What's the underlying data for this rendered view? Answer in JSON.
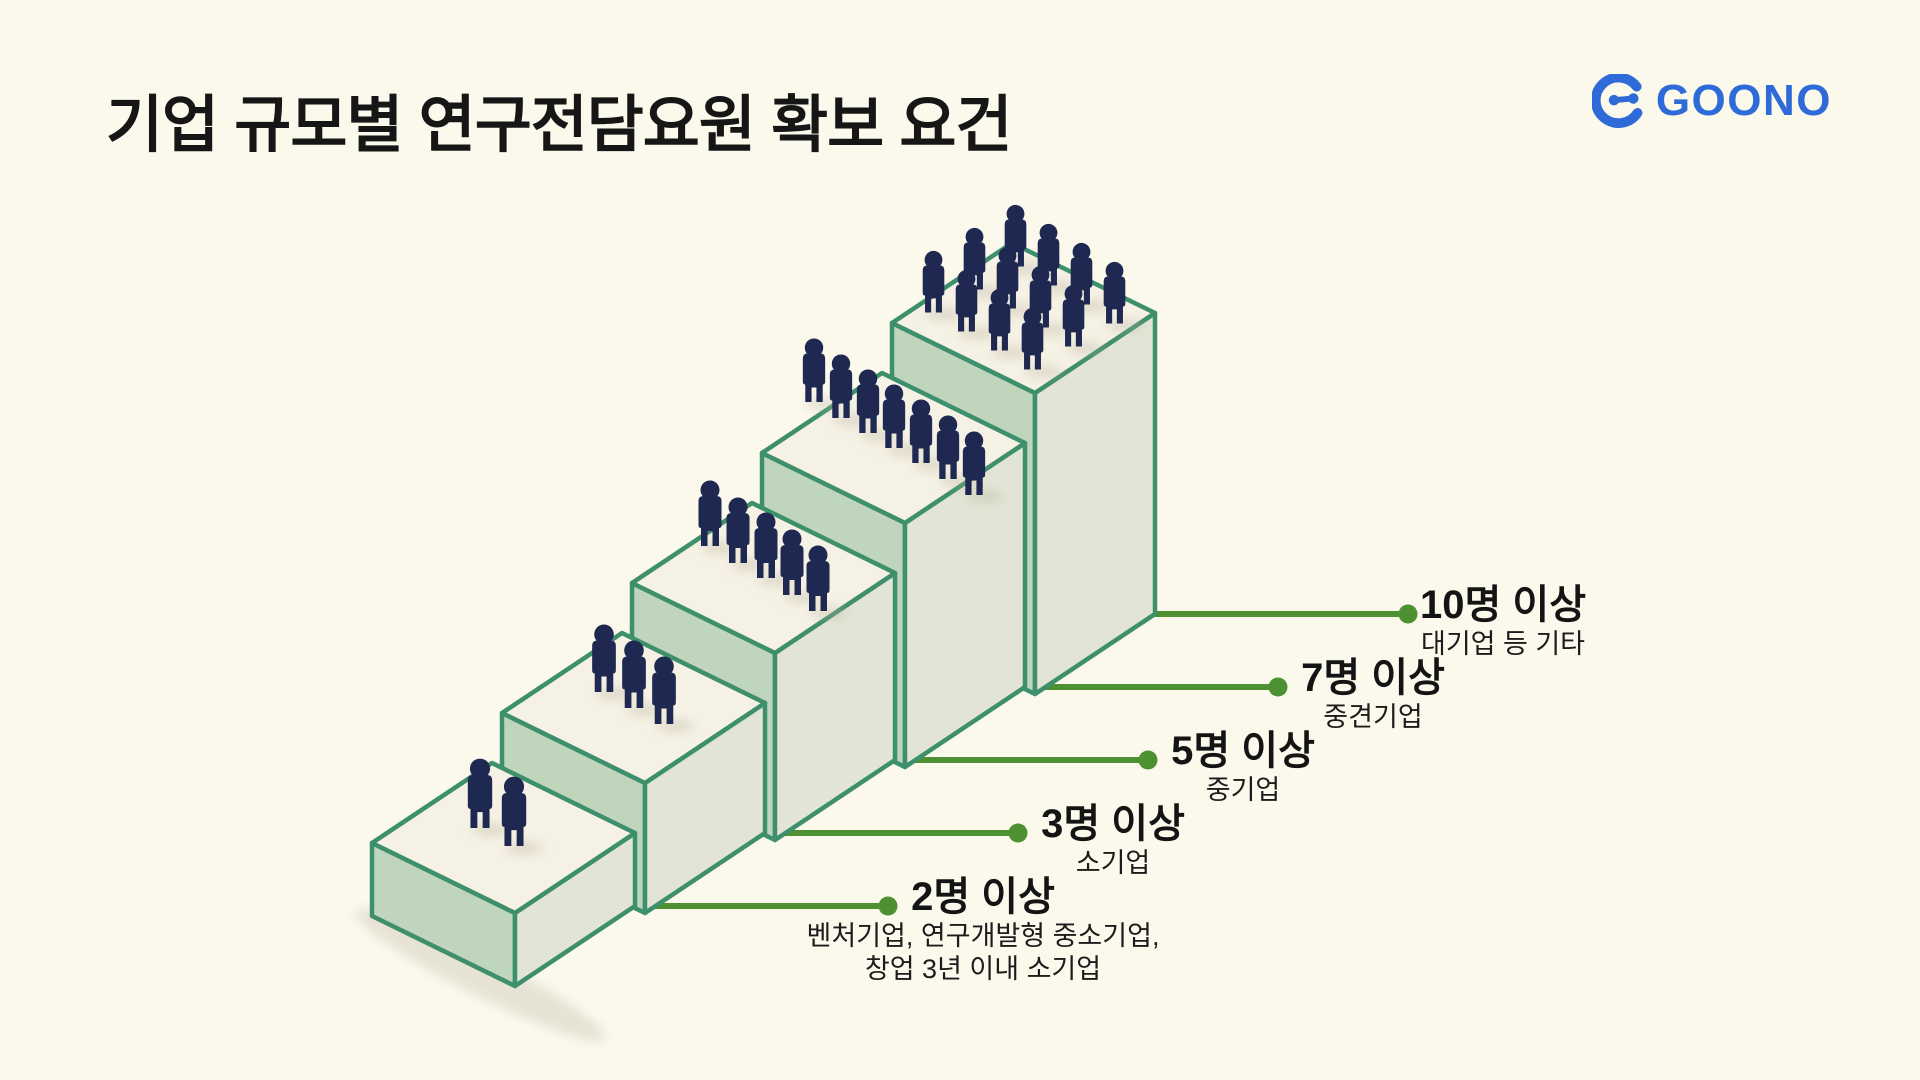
{
  "title": "기업 규모별 연구전담요원 확보 요건",
  "logo": {
    "text": "GOONO"
  },
  "colors": {
    "background": "#fbf8ec",
    "step_top": "#f5f1e4",
    "step_left": "#bfd5bc",
    "step_right": "#e2e5d5",
    "step_outline": "#3e8f6b",
    "leader_line": "#4e9132",
    "person": "#1f2850",
    "shadow": "#b9b3a0",
    "logo_blue": "#2e6bd8",
    "title_text": "#161616"
  },
  "steps": [
    {
      "count_label": "2명 이상",
      "sub_labels": [
        "벤처기업, 연구개발형 중소기업,",
        "창업 3년 이내 소기업"
      ],
      "people_icons": 2
    },
    {
      "count_label": "3명 이상",
      "sub_labels": [
        "소기업"
      ],
      "people_icons": 3
    },
    {
      "count_label": "5명 이상",
      "sub_labels": [
        "중기업"
      ],
      "people_icons": 5
    },
    {
      "count_label": "7명 이상",
      "sub_labels": [
        "중견기업"
      ],
      "people_icons": 7
    },
    {
      "count_label": "10명 이상",
      "sub_labels": [
        "대기업 등 기타"
      ],
      "people_icons": 12
    }
  ]
}
